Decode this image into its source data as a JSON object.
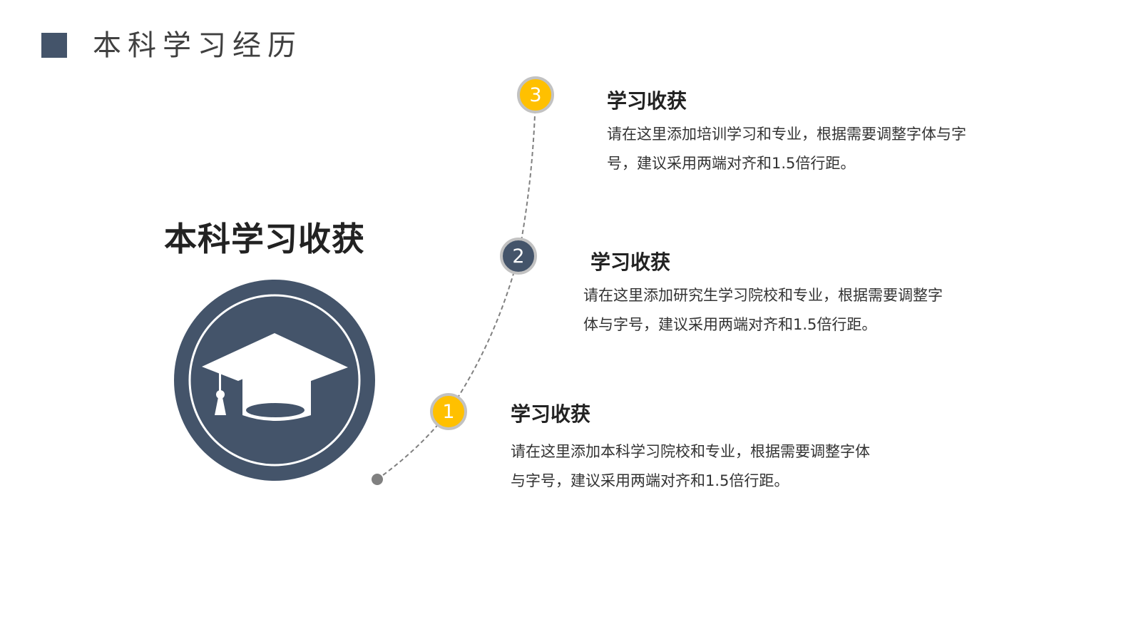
{
  "page": {
    "title": "本科学习经历",
    "section_heading": "本科学习收获",
    "badge_icon": "graduation-cap-icon"
  },
  "colors": {
    "navy": "#44546a",
    "yellow": "#ffc000",
    "ring": "#c2c2c2",
    "dashed_line": "#808080"
  },
  "timeline": [
    {
      "number": "1",
      "color": "yellow",
      "title": "学习收获",
      "body_line1": "请在这里添加本科学习院校和专业，根据需要调整字体",
      "body_line2": "与字号，建议采用两端对齐和1.5倍行距。"
    },
    {
      "number": "2",
      "color": "navy",
      "title": "学习收获",
      "body_line1": "请在这里添加研究生学习院校和专业，根据需要调整字",
      "body_line2": "体与字号，建议采用两端对齐和1.5倍行距。"
    },
    {
      "number": "3",
      "color": "yellow",
      "title": "学习收获",
      "body_line1": "请在这里添加培训学习和专业，根据需要调整字体与字",
      "body_line2": "号，建议采用两端对齐和1.5倍行距。"
    }
  ]
}
